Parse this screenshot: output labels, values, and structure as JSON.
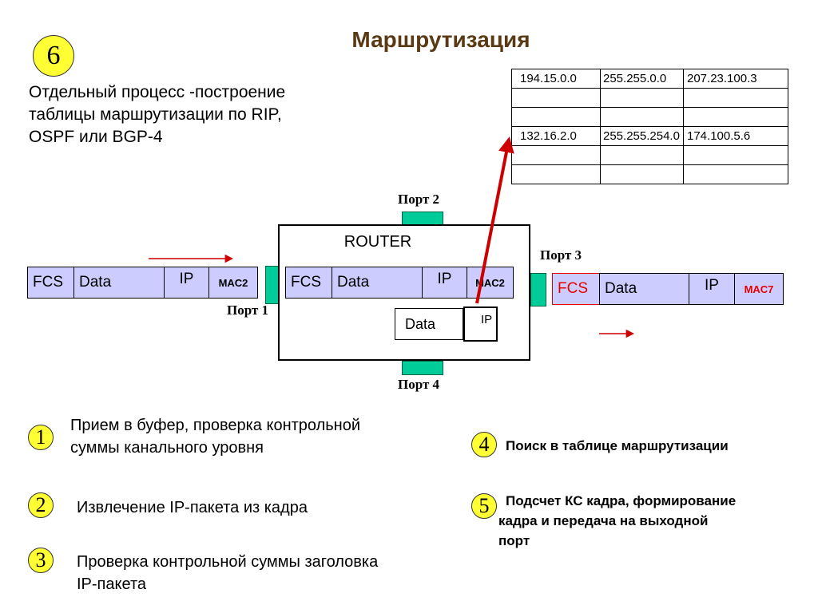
{
  "title": "Маршрутизация",
  "step6": {
    "number": "6",
    "lines": [
      "Отдельный процесс -построение",
      "таблицы маршрутизации по RIP,",
      "OSPF или BGP-4"
    ]
  },
  "routing_table": {
    "rows": [
      [
        "194.15.0.0",
        "255.255.0.0",
        "207.23.100.3"
      ],
      [
        "",
        "",
        ""
      ],
      [
        "",
        "",
        ""
      ],
      [
        "132.16.2.0",
        "255.255.254.0",
        "174.100.5.6"
      ],
      [
        "",
        "",
        ""
      ],
      [
        "",
        "",
        ""
      ]
    ]
  },
  "router": {
    "label": "ROUTER",
    "ports": {
      "port1": "Порт 1",
      "port2": "Порт 2",
      "port3": "Порт 3",
      "port4": "Порт 4"
    }
  },
  "frames": {
    "incoming": {
      "fcs": "FCS",
      "data": "Data",
      "ip": "IP",
      "mac": "MAC2"
    },
    "inside": {
      "fcs": "FCS",
      "data": "Data",
      "ip": "IP",
      "mac": "MAC2"
    },
    "extracted": {
      "data": "Data",
      "ip": "IP"
    },
    "outgoing": {
      "fcs": "FCS",
      "data": "Data",
      "ip": "IP",
      "mac": "MAC7"
    }
  },
  "steps": [
    {
      "number": "1",
      "lines": [
        "Прием в буфер, проверка контрольной",
        "суммы канального уровня"
      ]
    },
    {
      "number": "2",
      "lines": [
        "Извлечение IP-пакета из кадра"
      ]
    },
    {
      "number": "3",
      "lines": [
        "Проверка контрольной суммы заголовка",
        "IP-пакета"
      ]
    },
    {
      "number": "4",
      "lines": [
        "Поиск в таблице маршрутизации"
      ]
    },
    {
      "number": "5",
      "lines": [
        "Подсчет КС кадра, формирование",
        "кадра и передача на выходной",
        "порт"
      ]
    }
  ],
  "colors": {
    "title": "#5a3a14",
    "badge": "#ffff33",
    "frame_fill": "#ccccff",
    "port_tab": "#00cc99",
    "arrow": "#cc0000",
    "highlight": "#e60000"
  }
}
